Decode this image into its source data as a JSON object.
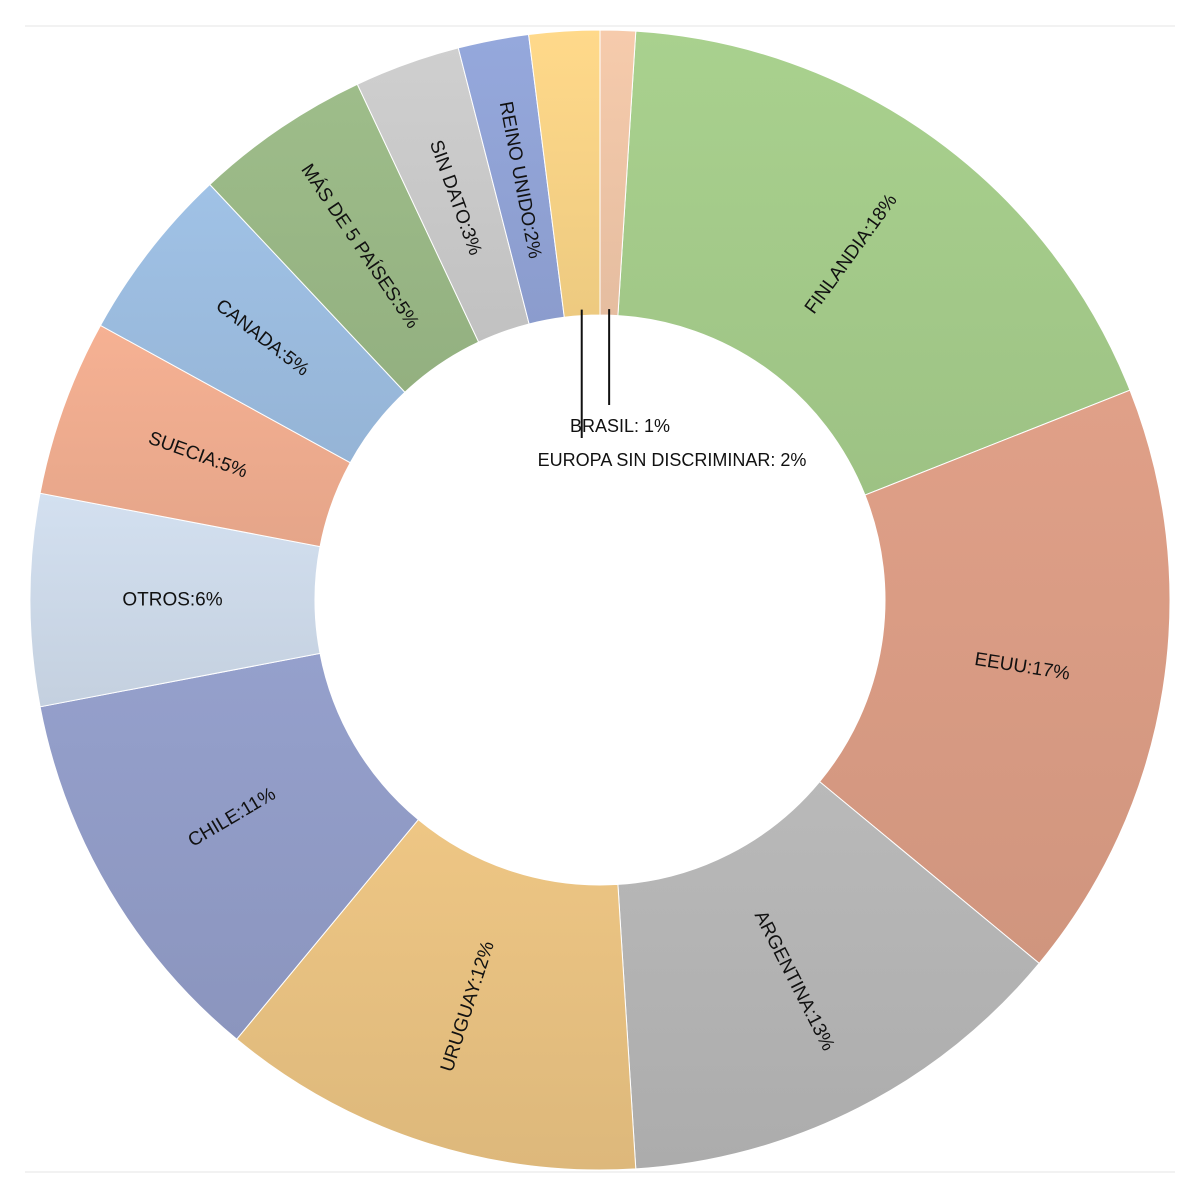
{
  "chart_data": {
    "type": "pie",
    "variant": "donut",
    "title": "",
    "legend": "none",
    "slices": [
      {
        "label": "FINLANDIA",
        "value": 18,
        "display": "FINLANDIA:18%",
        "color": "#a9d18e"
      },
      {
        "label": "EEUU",
        "value": 17,
        "display": "EEUU:17%",
        "color": "#e0a088"
      },
      {
        "label": "ARGENTINA",
        "value": 13,
        "display": "ARGENTINA:13%",
        "color": "#b9b9b9"
      },
      {
        "label": "URUGUAY",
        "value": 12,
        "display": "URUGUAY:12%",
        "color": "#eec684"
      },
      {
        "label": "CHILE",
        "value": 11,
        "display": "CHILE:11%",
        "color": "#95a0cc"
      },
      {
        "label": "OTROS",
        "value": 6,
        "display": "OTROS:6%",
        "color": "#d3e0f0"
      },
      {
        "label": "SUECIA",
        "value": 5,
        "display": "SUECIA:5%",
        "color": "#f6b193"
      },
      {
        "label": "CANADA",
        "value": 5,
        "display": "CANADA:5%",
        "color": "#a0c2e6"
      },
      {
        "label": "MÁS DE 5 PAÍSES",
        "value": 5,
        "display": "MÁS DE 5 PAÍSES:5%",
        "color": "#9ebd8a"
      },
      {
        "label": "SIN DATO",
        "value": 3,
        "display": "SIN DATO:3%",
        "color": "#cfcfcf"
      },
      {
        "label": "REINO UNIDO",
        "value": 2,
        "display": "REINO UNIDO:2%",
        "color": "#95a8dc"
      },
      {
        "label": "EUROPA SIN DISCRIMINAR",
        "value": 2,
        "display": "EUROPA SIN DISCRIMINAR: 2%",
        "color": "#ffd98a"
      },
      {
        "label": "BRASIL",
        "value": 1,
        "display": "BRASIL: 1%",
        "color": "#f6cbac"
      }
    ]
  }
}
